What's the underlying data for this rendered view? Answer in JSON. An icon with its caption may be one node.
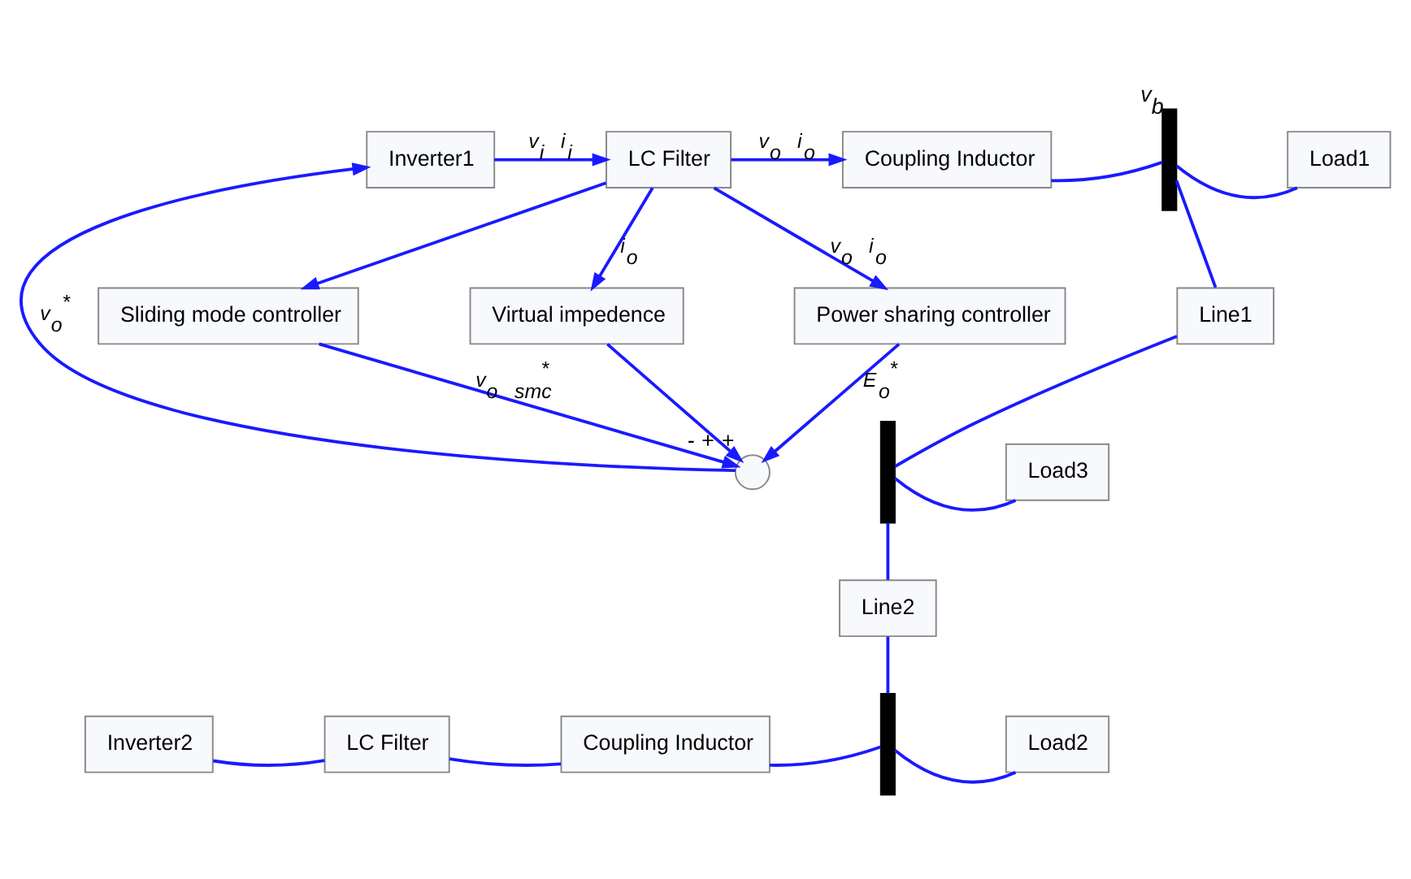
{
  "diagram": {
    "nodes": [
      {
        "text": [
          "Inverter1"
        ]
      },
      {
        "text": [
          "LC Filter"
        ]
      },
      {
        "text": [
          "Coupling Inductor"
        ]
      },
      {
        "text": [],
        "shape": "bar",
        "beside": [
          "v$_{b}$"
        ]
      },
      {
        "text": [
          "Load1"
        ]
      },
      {
        "text": [
          "Line1"
        ]
      },
      {
        "text": [],
        "shape": "bar"
      },
      {
        "text": [
          "Load3"
        ]
      },
      {
        "text": [
          "Line2"
        ]
      },
      {
        "text": [],
        "shape": "bar"
      },
      {
        "text": [
          "Load2"
        ]
      },
      {
        "text": [
          "Sliding mode controller"
        ]
      },
      {
        "text": [
          "Virtual impedence"
        ]
      },
      {
        "text": [
          "Power sharing controller"
        ]
      },
      {
        "text": [],
        "shape": "circle",
        "beside": [
          "-",
          "+",
          "+"
        ]
      },
      {
        "text": [
          "Inverter2"
        ]
      },
      {
        "text": [
          "LC Filter"
        ]
      },
      {
        "text": [
          "Coupling Inductor"
        ]
      }
    ],
    "edges": [
      {
        "from": 0,
        "to": 1,
        "arrow": "to",
        "label": "v$_{i}$ i$_{i}$"
      },
      {
        "from": 1,
        "to": 2,
        "arrow": "to",
        "label": "v$_{o}$ i$_{o}$"
      },
      {
        "from": 2,
        "to": 3,
        "arrow": "none"
      },
      {
        "from": 3,
        "to": 4,
        "arrow": "none"
      },
      {
        "from": 3,
        "to": 5,
        "arrow": "none"
      },
      {
        "from": 5,
        "to": 6,
        "arrow": "none"
      },
      {
        "from": 6,
        "to": 7,
        "arrow": "none"
      },
      {
        "from": 6,
        "to": 8,
        "arrow": "none"
      },
      {
        "from": 8,
        "to": 9,
        "arrow": "none"
      },
      {
        "from": 9,
        "to": 10,
        "arrow": "none"
      },
      {
        "from": 1,
        "to": 11,
        "arrow": "to"
      },
      {
        "from": 1,
        "to": 12,
        "arrow": "to",
        "label": "i$_{o}$"
      },
      {
        "from": 1,
        "to": 13,
        "arrow": "to",
        "label": "v$_{o}$ i$_{o}$"
      },
      {
        "from": 11,
        "to": 14,
        "arrow": "to",
        "label": "v$_{o smc}$$^{*}$"
      },
      {
        "from": 12,
        "to": 14,
        "arrow": "to"
      },
      {
        "from": 13,
        "to": 14,
        "arrow": "to",
        "label": "E$_{o}$$^{*}$"
      },
      {
        "from": 14,
        "to": 0,
        "arrow": "to",
        "label": "v$_{o}$$^{*}$"
      },
      {
        "from": 15,
        "to": 16,
        "arrow": "none"
      },
      {
        "from": 16,
        "to": 17,
        "arrow": "none"
      },
      {
        "from": 17,
        "to": 9,
        "arrow": "none"
      }
    ]
  }
}
